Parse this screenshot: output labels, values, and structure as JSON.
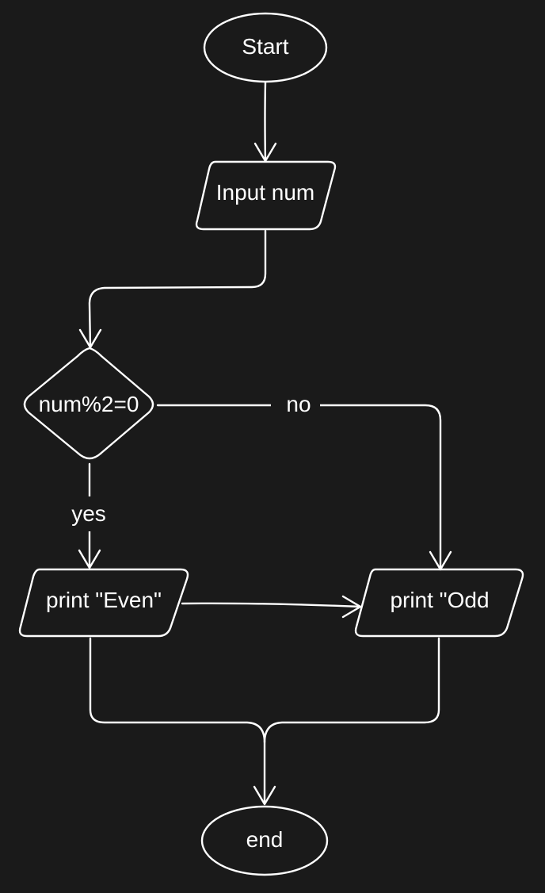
{
  "diagram": {
    "background": "#1a1a1a",
    "stroke_color": "#ffffff",
    "nodes": {
      "start": {
        "shape": "ellipse",
        "label": "Start"
      },
      "input": {
        "shape": "parallelogram",
        "label": "Input num"
      },
      "decision": {
        "shape": "diamond",
        "label": "num%2=0"
      },
      "print_even": {
        "shape": "parallelogram",
        "label": "print \"Even\""
      },
      "print_odd": {
        "shape": "parallelogram",
        "label": "print \"Odd"
      },
      "end": {
        "shape": "ellipse",
        "label": "end"
      }
    },
    "edges": {
      "start_to_input": {
        "from": "Start",
        "to": "Input num",
        "label": ""
      },
      "input_to_decision": {
        "from": "Input num",
        "to": "num%2=0",
        "label": ""
      },
      "decision_to_even": {
        "from": "num%2=0",
        "to": "print \"Even\"",
        "label": "yes"
      },
      "decision_to_odd": {
        "from": "num%2=0",
        "to": "print \"Odd",
        "label": "no"
      },
      "even_to_odd": {
        "from": "print \"Even\"",
        "to": "print \"Odd",
        "label": ""
      },
      "even_to_end": {
        "from": "print \"Even\"",
        "to": "end",
        "label": ""
      },
      "odd_to_end": {
        "from": "print \"Odd",
        "to": "end",
        "label": ""
      }
    }
  }
}
